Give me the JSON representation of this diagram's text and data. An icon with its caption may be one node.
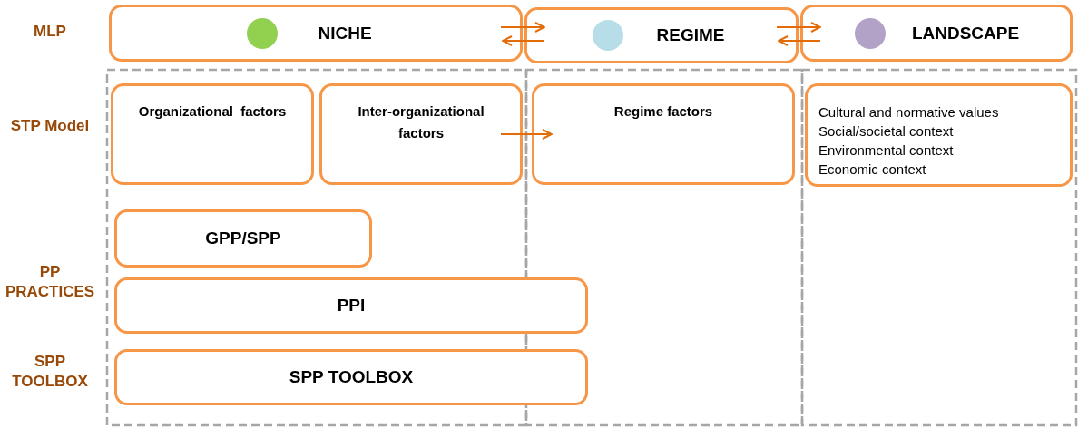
{
  "diagram": {
    "nodes": [
      {
        "text": [
          "NICHE"
        ]
      },
      {
        "text": [
          "REGIME"
        ]
      },
      {
        "text": [
          "LANDSCAPE"
        ]
      },
      {
        "text": [
          "Organizational  factors"
        ]
      },
      {
        "text": [
          "Inter-organizational factors"
        ]
      },
      {
        "text": [
          "Regime factors"
        ]
      },
      {
        "text": [
          "Cultural and normative values",
          "Social/societal context",
          "Environmental context",
          "Economic context"
        ]
      },
      {
        "text": [
          "GPP/SPP"
        ]
      },
      {
        "text": [
          "PPI"
        ]
      },
      {
        "text": [
          "SPP TOOLBOX"
        ]
      }
    ],
    "edges": [
      {
        "from": 0,
        "to": 1,
        "arrow": "to"
      },
      {
        "from": 1,
        "to": 0,
        "arrow": "to"
      },
      {
        "from": 1,
        "to": 2,
        "arrow": "to"
      },
      {
        "from": 2,
        "to": 1,
        "arrow": "to"
      },
      {
        "from": 4,
        "to": 5,
        "arrow": "to"
      }
    ],
    "labels": [
      "MLP",
      "STP Model",
      "PP PRACTICES",
      "SPP TOOLBOX"
    ]
  }
}
